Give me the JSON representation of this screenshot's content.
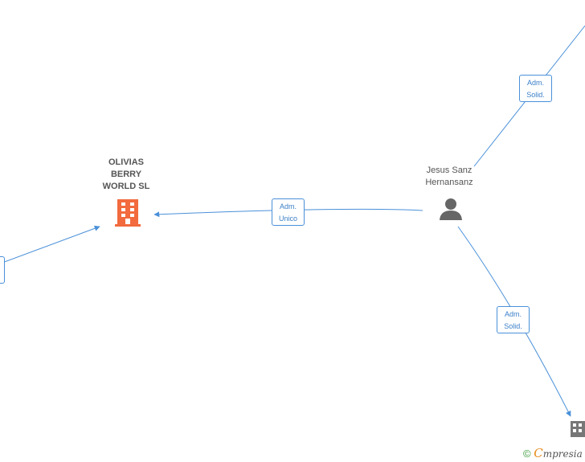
{
  "nodes": {
    "company_main": {
      "name_lines": [
        "OLIVIAS",
        "BERRY",
        "WORLD  SL"
      ],
      "color": "#f26a3d"
    },
    "person_main": {
      "name_lines": [
        "Jesus Sanz",
        "Hernansanz"
      ],
      "color": "#666666"
    },
    "company_partial": {
      "color": "#777777"
    }
  },
  "edges": {
    "adm_unico": {
      "label_lines": [
        "Adm.",
        "Unico"
      ]
    },
    "adm_solid_top": {
      "label_lines": [
        "Adm.",
        "Solid."
      ]
    },
    "adm_solid_bottom": {
      "label_lines": [
        "Adm.",
        "Solid."
      ]
    }
  },
  "colors": {
    "edge": "#4a90d9"
  },
  "watermark": {
    "copyright": "©",
    "brand_initial": "C",
    "brand_rest": "mpresia"
  }
}
